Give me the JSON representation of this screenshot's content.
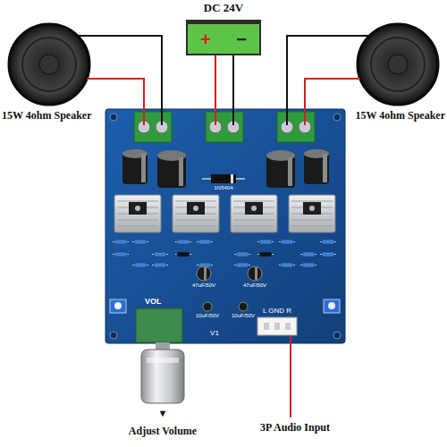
{
  "diagram": {
    "nodes": [
      {
        "text": [
          "+",
          "−"
        ]
      }
    ],
    "labels": [
      "DC 24V",
      "15W 4ohm Speaker",
      "15W 4ohm Speaker",
      "1N5404",
      "47uF/50V",
      "47uF/50V",
      "10uF/50V",
      "10uF/50V",
      "VOL",
      "V1",
      "L GND R",
      "▼",
      "Adjust Volume",
      "3P Audio Input"
    ]
  }
}
